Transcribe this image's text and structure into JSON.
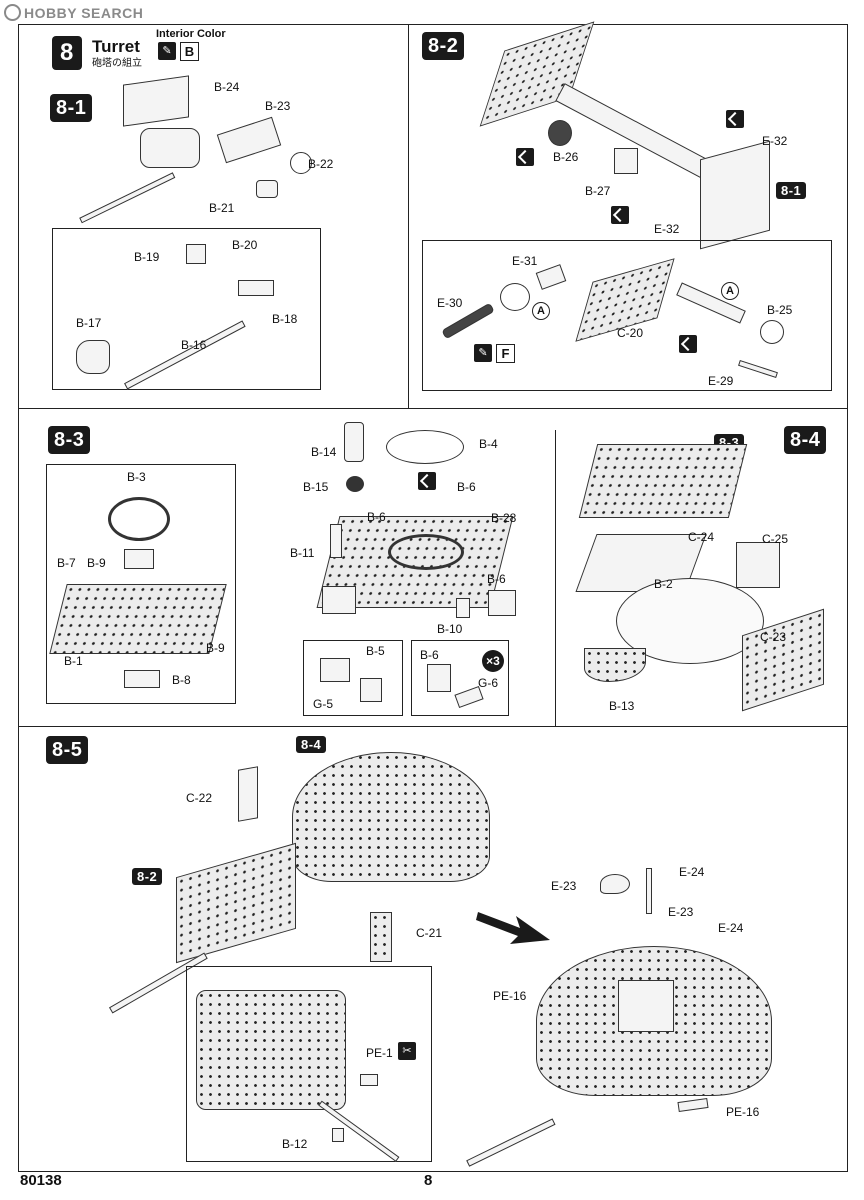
{
  "watermark": "HOBBY SEARCH",
  "step": {
    "number": "8",
    "title": "Turret",
    "subtitle": "砲塔の組立",
    "interior_color_label": "Interior Color",
    "color_letter": "B"
  },
  "substeps": {
    "s81": "8-1",
    "s82": "8-2",
    "s83": "8-3",
    "s84": "8-4",
    "s85": "8-5"
  },
  "labels": {
    "b24": "B-24",
    "b23": "B-23",
    "b22": "B-22",
    "b21": "B-21",
    "b20": "B-20",
    "b19": "B-19",
    "b18": "B-18",
    "b17": "B-17",
    "b16": "B-16",
    "e32a": "E-32",
    "e32b": "E-32",
    "b26": "B-26",
    "b27": "B-27",
    "ref81": "8-1",
    "e31": "E-31",
    "e30": "E-30",
    "c20": "C-20",
    "b25": "B-25",
    "e29": "E-29",
    "color_f": "F",
    "mark_a1": "A",
    "mark_a2": "A",
    "b3": "B-3",
    "b7": "B-7",
    "b9a": "B-9",
    "b9b": "B-9",
    "b1": "B-1",
    "b8": "B-8",
    "b14": "B-14",
    "b15": "B-15",
    "b4": "B-4",
    "b6a": "B-6",
    "b6b": "B-6",
    "b6c": "B-6",
    "b6d": "B-6",
    "b28": "B-28",
    "b11": "B-11",
    "b10": "B-10",
    "b5": "B-5",
    "g5": "G-5",
    "g6": "G-6",
    "x3": "×3",
    "ref83": "8-3",
    "c24": "C-24",
    "c25": "C-25",
    "b2": "B-2",
    "c23": "C-23",
    "b13": "B-13",
    "ref84": "8-4",
    "c22": "C-22",
    "ref82": "8-2",
    "c21": "C-21",
    "e23a": "E-23",
    "e24a": "E-24",
    "e23b": "E-23",
    "e24b": "E-24",
    "pe16a": "PE-16",
    "pe16b": "PE-16",
    "pe1": "PE-1",
    "b12": "B-12"
  },
  "footer": {
    "kit_number": "80138",
    "page_number": "8"
  },
  "icons": {
    "cut_icon": "scissors-cut-icon",
    "paint_icon": "paint-brush-icon",
    "glue_icon": "glue-point-icon"
  }
}
